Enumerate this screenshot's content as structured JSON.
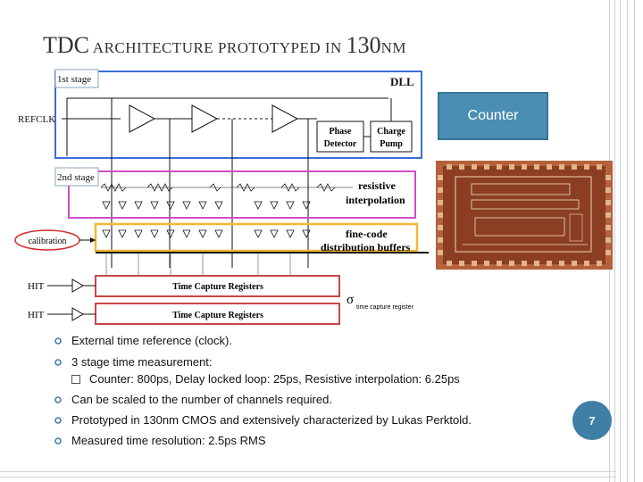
{
  "slide": {
    "title_cap_1": "TDC",
    "title_rest_1": " ARCHITECTURE PROTOTYPED IN ",
    "title_cap_2": "130",
    "title_rest_2": "NM",
    "counter_label": "Counter",
    "page_number": "7"
  },
  "diagram": {
    "stage1": "1st stage",
    "stage2": "2nd stage",
    "dll": "DLL",
    "refclk": "REFCLK",
    "phase_detector_1": "Phase",
    "phase_detector_2": "Detector",
    "charge_pump_1": "Charge",
    "charge_pump_2": "Pump",
    "resistive_1": "resistive",
    "resistive_2": "interpolation",
    "finecode_1": "fine-code",
    "finecode_2": "distribution buffers",
    "calibration": "calibration",
    "hit_1": "HIT",
    "hit_2": "HIT",
    "tcr_1": "Time Capture Registers",
    "tcr_2": "Time Capture Registers",
    "sigma": "σ",
    "sigma_sub": "time capture register",
    "colors": {
      "dll_box": "#3a6fd6",
      "stage2_box": "#d24cc8",
      "buffer_box": "#f2b736",
      "register": "#c84848",
      "calibration": "#d12b2b"
    }
  },
  "bullets": [
    {
      "text": "External time reference (clock)."
    },
    {
      "text": "3 stage time measurement:",
      "sub": "Counter: 800ps, Delay locked loop: 25ps, Resistive interpolation: 6.25ps"
    },
    {
      "text": "Can be scaled to the number of channels required."
    },
    {
      "text": "Prototyped in 130nm CMOS and extensively characterized by Lukas Perktold."
    },
    {
      "text": "Measured time resolution: 2.5ps RMS"
    }
  ]
}
